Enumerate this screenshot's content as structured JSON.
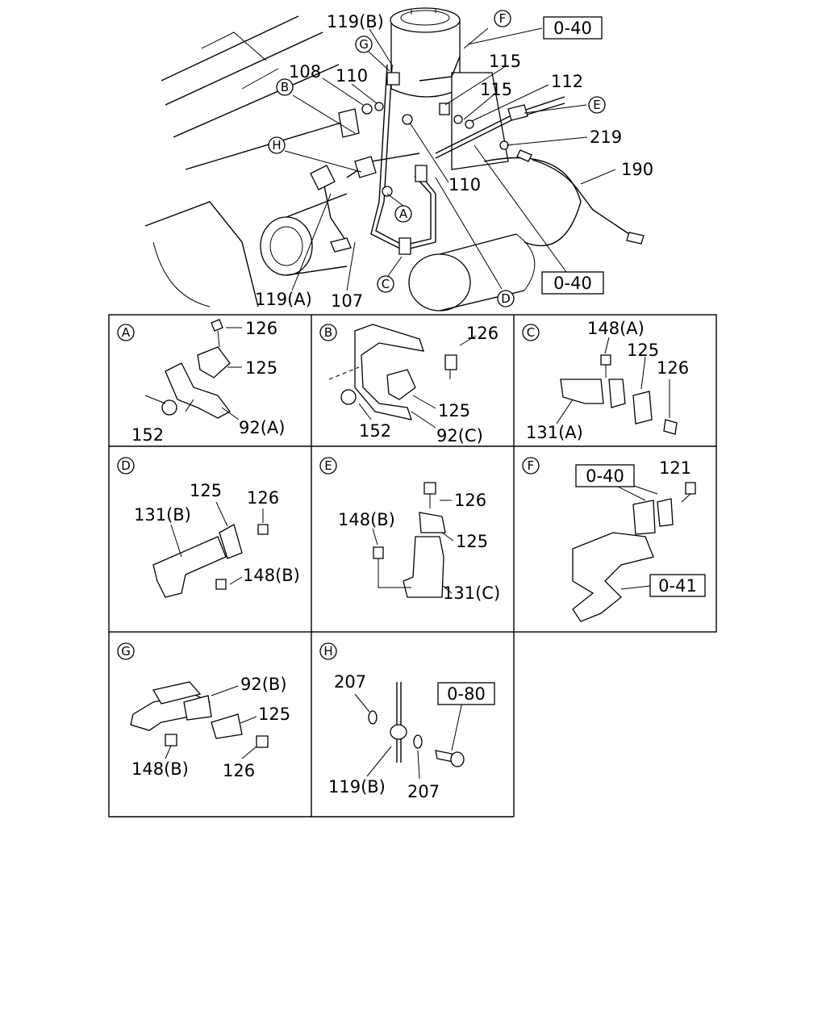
{
  "main": {
    "labels": [
      "119(B)",
      "108",
      "110",
      "115",
      "115",
      "112",
      "219",
      "190",
      "110",
      "119(A)",
      "107"
    ],
    "circles": [
      "F",
      "G",
      "B",
      "E",
      "H",
      "A",
      "C",
      "D"
    ],
    "refs": [
      "0-40",
      "0-40"
    ]
  },
  "panels": {
    "A": {
      "letter": "A",
      "labels": [
        "126",
        "125",
        "152",
        "92(A)"
      ]
    },
    "B": {
      "letter": "B",
      "labels": [
        "126",
        "125",
        "152",
        "92(C)"
      ]
    },
    "C": {
      "letter": "C",
      "labels": [
        "148(A)",
        "125",
        "126",
        "131(A)"
      ]
    },
    "D": {
      "letter": "D",
      "labels": [
        "125",
        "126",
        "131(B)",
        "148(B)"
      ]
    },
    "E": {
      "letter": "E",
      "labels": [
        "126",
        "148(B)",
        "125",
        "131(C)"
      ]
    },
    "F": {
      "letter": "F",
      "labels": [
        "121"
      ],
      "refs": [
        "0-40",
        "0-41"
      ]
    },
    "G": {
      "letter": "G",
      "labels": [
        "92(B)",
        "125",
        "148(B)",
        "126"
      ]
    },
    "H": {
      "letter": "H",
      "labels": [
        "207",
        "119(B)",
        "207"
      ],
      "refs": [
        "0-80"
      ]
    }
  }
}
